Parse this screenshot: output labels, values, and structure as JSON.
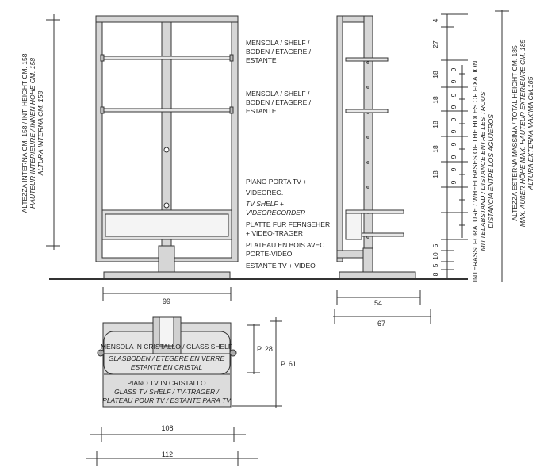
{
  "front_view": {
    "shelf_label_1": [
      "MENSOLA / SHELF /",
      "BODEN / ETAGERE /",
      "ESTANTE"
    ],
    "shelf_label_2": [
      "MENSOLA / SHELF /",
      "BODEN / ETAGERE /",
      "ESTANTE"
    ],
    "tv_shelf_label": [
      "PIANO PORTA TV +",
      "VIDEOREG.",
      "TV SHELF +",
      "VIDEORECORDER",
      "PLATTE FUR FERNSEHER",
      "+ VIDEO-TRAGER",
      "PLATEAU EN BOIS AVEC",
      "PORTE-VIDEO",
      "ESTANTE TV + VIDEO"
    ],
    "width_dim": "99",
    "internal_height_text": [
      "ALTEZZA INTERNA CM. 158 / INT. HEIGHT CM. 158",
      "HAUTEUR INTERIEURE / INNEN HOHE CM. 158",
      "ALTURA INTERNA CM. 158"
    ]
  },
  "side_view": {
    "depth_dim_1": "54",
    "depth_dim_2": "67",
    "scale_outer": [
      "4",
      "27",
      "18",
      "18",
      "18",
      "18",
      "18",
      "5",
      "10",
      "5",
      "8"
    ],
    "scale_inner": [
      "9",
      "9",
      "9",
      "9",
      "9",
      "9",
      "9",
      "9",
      "9",
      "9"
    ],
    "hole_spacing_text": [
      "INTERASSI FORATURE / WHEELBASES OF THE HOLES OF FIXATION",
      "MITTELABSTAND / DISTANCE ENTRE LES TROUS",
      "DISTANCIA ENTRE LOS AGUJEROS"
    ],
    "total_height_text": [
      "ALTEZZA ESTERNA MASSIMA / TOTAL HEIGHT CM. 185",
      "MAX. AUßER HÖHE MAX. HAUTEUR EXTERIEURE CM. 185",
      "ALTURA EXTERNA MAXIMA CM.185"
    ]
  },
  "plan_view": {
    "glass_shelf_label": [
      "MENSOLA IN CRISTALLO / GLASS SHELF",
      "GLASBODEN / ETEGERE EN VERRE",
      "ESTANTE EN CRISTAL"
    ],
    "tv_plane_label": [
      "PIANO TV IN CRISTALLO",
      "GLASS TV SHELF / TV-TRÄGER /",
      "PLATEAU POUR TV / ESTANTE PARA TV"
    ],
    "depth_dim_1": "P. 28",
    "depth_dim_2": "P. 61",
    "width_dim_1": "108",
    "width_dim_2": "112"
  },
  "colors": {
    "frame_fill": "#d6d6d6",
    "stroke": "#333333",
    "glass_fill": "#e2e2e2"
  }
}
